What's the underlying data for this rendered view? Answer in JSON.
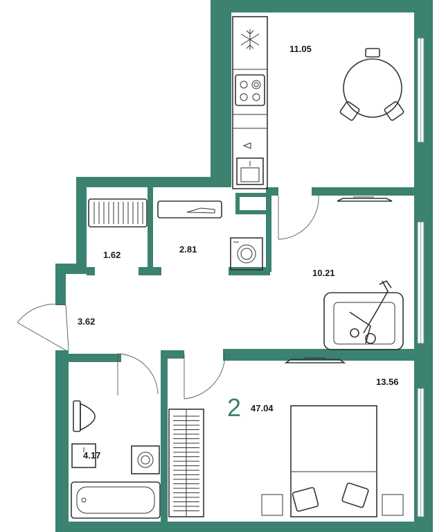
{
  "colors": {
    "wall": "#3c8270",
    "furniture_stroke": "#333333",
    "accent": "#3c8270"
  },
  "plan": {
    "rooms_count": "2",
    "total_area": "47.04",
    "rooms": [
      {
        "key": "kitchen",
        "area": "11.05"
      },
      {
        "key": "storage",
        "area": "1.62"
      },
      {
        "key": "laundry",
        "area": "2.81"
      },
      {
        "key": "living",
        "area": "10.21"
      },
      {
        "key": "hall",
        "area": "3.62"
      },
      {
        "key": "bathroom",
        "area": "4.17"
      },
      {
        "key": "bedroom",
        "area": "13.56"
      }
    ]
  }
}
